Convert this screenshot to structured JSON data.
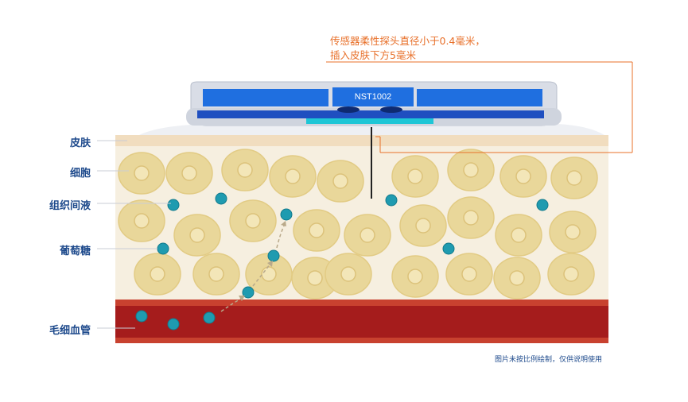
{
  "labels": {
    "skin": "皮肤",
    "cell": "细胞",
    "interstitial_fluid": "组织间液",
    "glucose": "葡萄糖",
    "capillary": "毛细血管"
  },
  "callout": {
    "line1": "传感器柔性探头直径小于0.4毫米，",
    "line2": "插入皮肤下方5毫米"
  },
  "device": {
    "model": "NST1002"
  },
  "footnote": "图片未按比例绘制，仅供说明使用",
  "colors": {
    "label_text": "#1e4a8c",
    "callout": "#e8702a",
    "device_blue": "#1f6fe0",
    "device_body": "#d9dde6",
    "cell_fill": "#e9d79a",
    "cell_nucleus": "#f3e6b8",
    "glucose": "#1f9bb0",
    "vessel": "#a51c1c",
    "tissue_bg": "#f6efe0",
    "skin_band": "#f1ddbf"
  },
  "icons": [
    "sensor-device",
    "cell-icon",
    "glucose-molecule-icon",
    "flow-arrow-icon"
  ]
}
